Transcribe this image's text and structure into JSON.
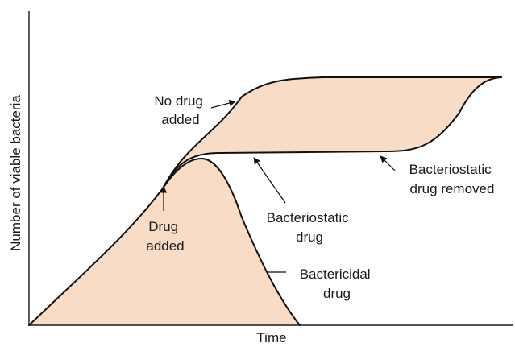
{
  "axes": {
    "ylabel": "Number of viable bacteria",
    "xlabel": "Time"
  },
  "labels": {
    "no_drug": [
      "No drug",
      "added"
    ],
    "drug_added": [
      "Drug",
      "added"
    ],
    "bacteriostatic": [
      "Bacteriostatic",
      "drug"
    ],
    "bacteriostatic_removed": [
      "Bacteriostatic",
      "drug removed"
    ],
    "bactericidal": [
      "Bactericidal",
      "drug"
    ]
  },
  "colors": {
    "fill": "#f9dcc6",
    "line": "#111111"
  }
}
